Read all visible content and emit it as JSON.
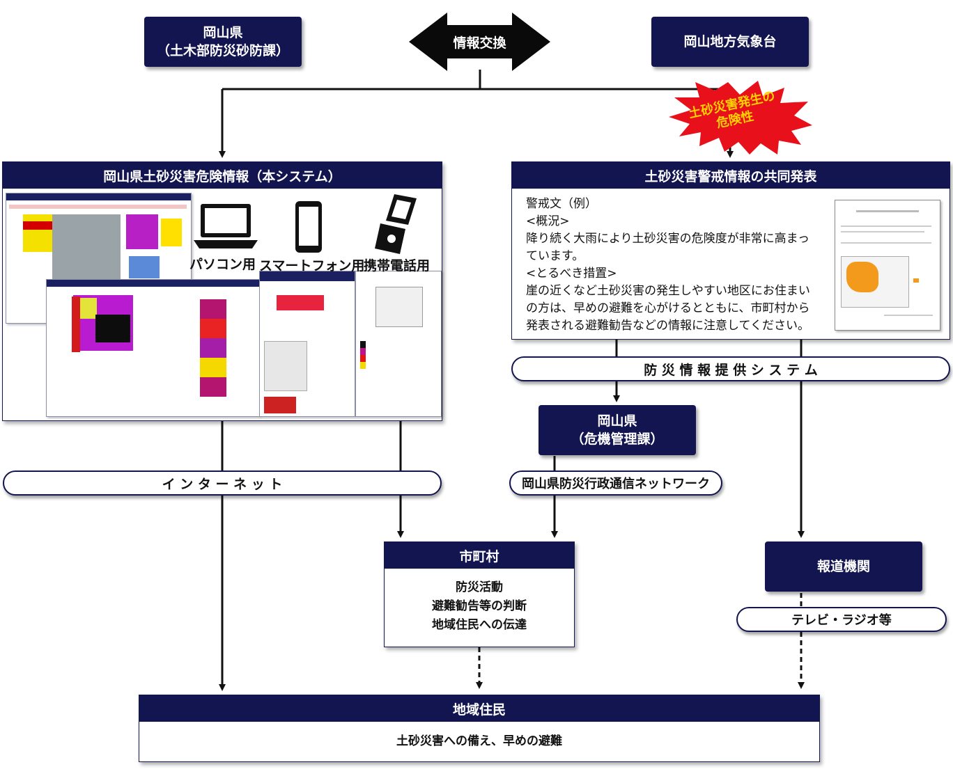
{
  "top": {
    "okayama_pref": [
      "岡山県",
      "（土木部防災砂防課）"
    ],
    "exchange": "情報交換",
    "jma": "岡山地方気象台",
    "burst": [
      "土砂災害発生の",
      "危険性"
    ]
  },
  "left_panel": {
    "title": "岡山県土砂災害危険情報（本システム）",
    "devices": [
      "パソコン用",
      "スマートフォン用",
      "携帯電話用"
    ]
  },
  "right_panel": {
    "title": "土砂災害警戒情報の共同発表",
    "sample_heading": "警戒文（例）",
    "overview_label": "<概況>",
    "overview_text": [
      "降り続く大雨により土砂災害の危険度が非常に高まっ",
      "ています。"
    ],
    "measures_label": "<とるべき措置>",
    "measures_text": [
      "崖の近くなど土砂災害の発生しやすい地区にお住まい",
      "の方は、早めの避難を心がけるとともに、市町村から",
      "発表される避難勧告などの情報に注意してください。"
    ]
  },
  "bousai_system": "防 災 情 報 提 供 シ ス テ ム",
  "crisis": [
    "岡山県",
    "（危機管理課）"
  ],
  "internet": "イ ン タ ー ネ ッ ト",
  "network": "岡山県防災行政通信ネットワーク",
  "municipality": {
    "title": "市町村",
    "lines": [
      "防災活動",
      "避難勧告等の判断",
      "地域住民への伝達"
    ]
  },
  "media": {
    "title": "報道機関",
    "sub": "テレビ・ラジオ等"
  },
  "residents": {
    "title": "地域住民",
    "text": "土砂災害への備え、早めの避難"
  },
  "colors": {
    "navy": "#12154f",
    "burst": "#e8101a",
    "burst_text": "#ffd200"
  }
}
